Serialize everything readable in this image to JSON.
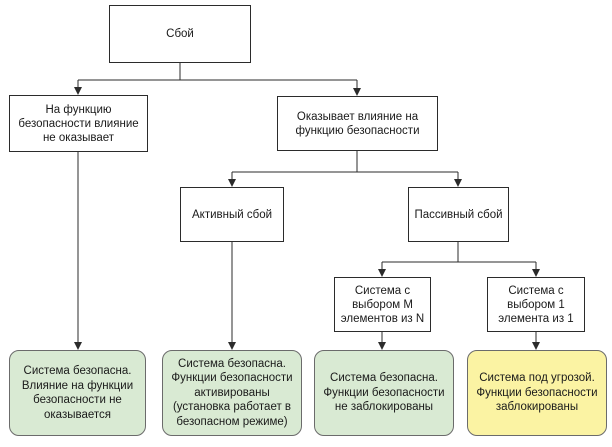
{
  "diagram": {
    "root": "Сбой",
    "no_impact": "На функцию\nбезопасности влияние\nне оказывает",
    "impact": "Оказывает влияние на\nфункцию безопасности",
    "active_failure": "Активный сбой",
    "passive_failure": "Пассивный сбой",
    "m_of_n": "Система с\nвыбором М\nэлементов из N",
    "one_of_one": "Система с\nвыбором 1\nэлемента из 1",
    "outcome_safe_no_impact": "Система безопасна.\nВлияние на функции\nбезопасности не\nоказывается",
    "outcome_safe_activated": "Система безопасна.\nФункции безопасности\nактивированы\n(установка работает в\nбезопасном режиме)",
    "outcome_safe_not_blocked": "Система безопасна.\nФункции безопасности\nне заблокированы",
    "outcome_danger_blocked": "Система под угрозой.\nФункции безопасности\nзаблокированы"
  },
  "colors": {
    "safe_fill": "#d9ead3",
    "danger_fill": "#fbf3a3",
    "line": "#2b2b2b"
  }
}
